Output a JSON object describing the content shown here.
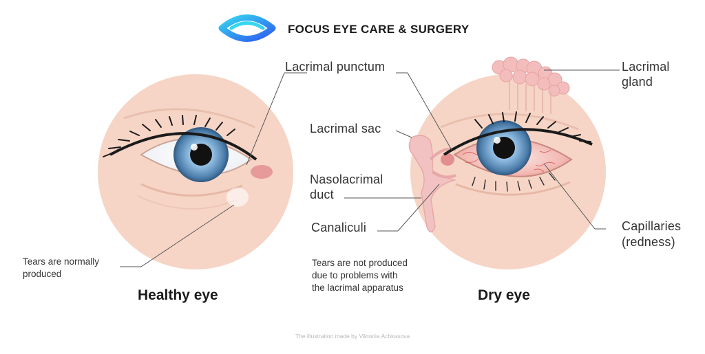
{
  "header": {
    "brand": "FOCUS EYE CARE  & SURGERY",
    "logo_icon": "eye-logo-icon",
    "colors": {
      "logo_cyan": "#35d6f0",
      "logo_blue": "#2f5bef"
    }
  },
  "labels": {
    "lacrimal_punctum": "Lacrimal punctum",
    "lacrimal_sac": "Lacrimal sac",
    "nasolacrimal_line1": "Nasolacrimal",
    "nasolacrimal_line2": "duct",
    "canaliculi": "Canaliculi",
    "lacrimal_gland_line1": "Lacrimal",
    "lacrimal_gland_line2": "gland",
    "capillaries_line1": "Capillaries",
    "capillaries_line2": "(redness)"
  },
  "notes": {
    "healthy_line1": "Tears are normally",
    "healthy_line2": "produced",
    "dry_line1": "Tears are not produced",
    "dry_line2": "due to problems with",
    "dry_line3": "the lacrimal apparatus"
  },
  "captions": {
    "healthy": "Healthy eye",
    "dry": "Dry eye"
  },
  "credit": "The illustration made by Viktoriia Achkasova",
  "colors": {
    "skin_circle": "#f6d5c6",
    "iris": "#6f9fc7",
    "sclera_healthy": "#f8f8fb",
    "sclera_dry": "#f3b3ad",
    "vessel": "#d9534f"
  }
}
